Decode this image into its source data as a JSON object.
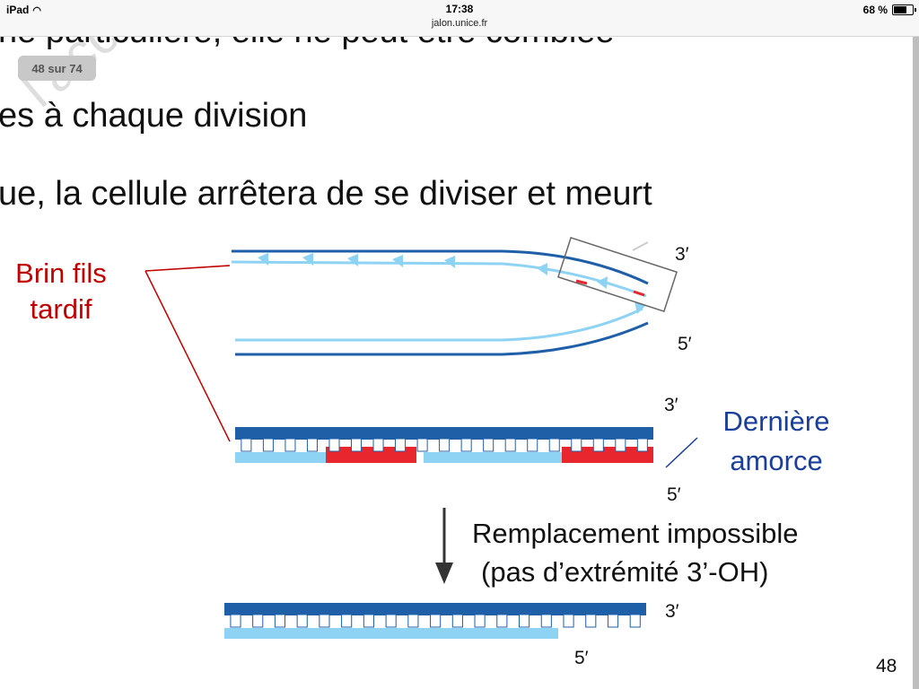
{
  "status_bar": {
    "device": "iPad",
    "time": "17:38",
    "url": "jalon.unice.fr",
    "battery_text": "68 %",
    "battery_level": 0.68
  },
  "viewer": {
    "page_indicator": "48 sur 74",
    "page_number": "48"
  },
  "slide": {
    "lines": [
      "ne particulière, elle ne peut être comblée",
      "es à chaque division",
      "ue, la cellule arrêtera de se diviser et meurt"
    ],
    "watermark": "l'accord des auteurs UNS",
    "labels": {
      "brin_fils": [
        "Brin fils",
        "tardif"
      ],
      "derniere": [
        "Dernière",
        "amorce"
      ],
      "remplacement": [
        "Remplacement impossible",
        "(pas d’extrémité 3’-OH)"
      ],
      "p3_top": "3′",
      "p5_top": "5′",
      "p3_mid": "3′",
      "p5_mid": "5′",
      "p3_bot": "3′",
      "p5_bot": "5′"
    },
    "colors": {
      "dark_blue": "#1f5fa8",
      "light_blue": "#8fd3f4",
      "red_primer": "#e8262e",
      "brin_red": "#c00000",
      "derniere_blue": "#1a3f9a"
    }
  }
}
